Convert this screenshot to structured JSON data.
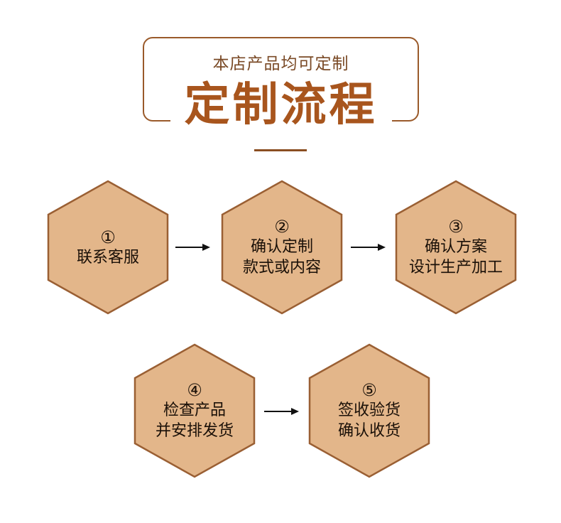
{
  "header": {
    "subtitle": "本店产品均可定制",
    "title": "定制流程"
  },
  "colors": {
    "hex_fill": "#e3b68a",
    "hex_stroke": "#9a5f33",
    "frame": "#9a5a2a",
    "title": "#a8551d"
  },
  "steps": [
    {
      "num": "①",
      "line1": "联系客服",
      "line2": ""
    },
    {
      "num": "②",
      "line1": "确认定制",
      "line2": "款式或内容"
    },
    {
      "num": "③",
      "line1": "确认方案",
      "line2": "设计生产加工"
    },
    {
      "num": "④",
      "line1": "检查产品",
      "line2": "并安排发货"
    },
    {
      "num": "⑤",
      "line1": "签收验货",
      "line2": "确认收货"
    }
  ]
}
